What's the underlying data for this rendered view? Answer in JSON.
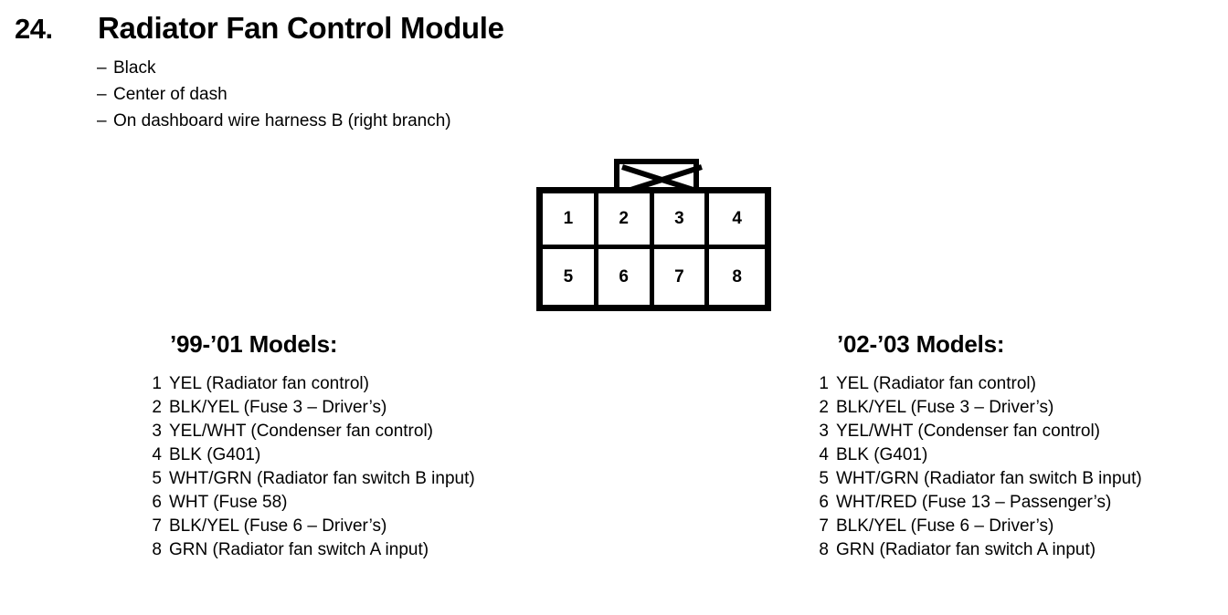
{
  "header": {
    "item_number": "24.",
    "title": "Radiator Fan Control Module"
  },
  "notes": {
    "dash": "–",
    "items": [
      "Black",
      "Center of dash",
      "On dashboard wire harness B (right branch)"
    ]
  },
  "connector": {
    "pins": [
      "1",
      "2",
      "3",
      "4",
      "5",
      "6",
      "7",
      "8"
    ]
  },
  "pin_lists": [
    {
      "heading": "’99-’01 Models:",
      "rows": [
        {
          "num": "1",
          "desc": "YEL (Radiator fan control)"
        },
        {
          "num": "2",
          "desc": "BLK/YEL (Fuse 3 – Driver’s)"
        },
        {
          "num": "3",
          "desc": "YEL/WHT (Condenser fan control)"
        },
        {
          "num": "4",
          "desc": "BLK (G401)"
        },
        {
          "num": "5",
          "desc": "WHT/GRN (Radiator fan switch B input)"
        },
        {
          "num": "6",
          "desc": "WHT (Fuse 58)"
        },
        {
          "num": "7",
          "desc": "BLK/YEL (Fuse 6 – Driver’s)"
        },
        {
          "num": "8",
          "desc": "GRN (Radiator fan switch A input)"
        }
      ]
    },
    {
      "heading": "’02-’03 Models:",
      "rows": [
        {
          "num": "1",
          "desc": "YEL (Radiator fan control)"
        },
        {
          "num": "2",
          "desc": "BLK/YEL (Fuse 3 – Driver’s)"
        },
        {
          "num": "3",
          "desc": "YEL/WHT (Condenser fan control)"
        },
        {
          "num": "4",
          "desc": "BLK (G401)"
        },
        {
          "num": "5",
          "desc": "WHT/GRN (Radiator fan switch B input)"
        },
        {
          "num": "6",
          "desc": "WHT/RED (Fuse 13 – Passenger’s)"
        },
        {
          "num": "7",
          "desc": "BLK/YEL (Fuse 6 – Driver’s)"
        },
        {
          "num": "8",
          "desc": "GRN (Radiator fan switch A input)"
        }
      ]
    }
  ],
  "colors": {
    "ink": "#000000",
    "page": "#ffffff"
  }
}
